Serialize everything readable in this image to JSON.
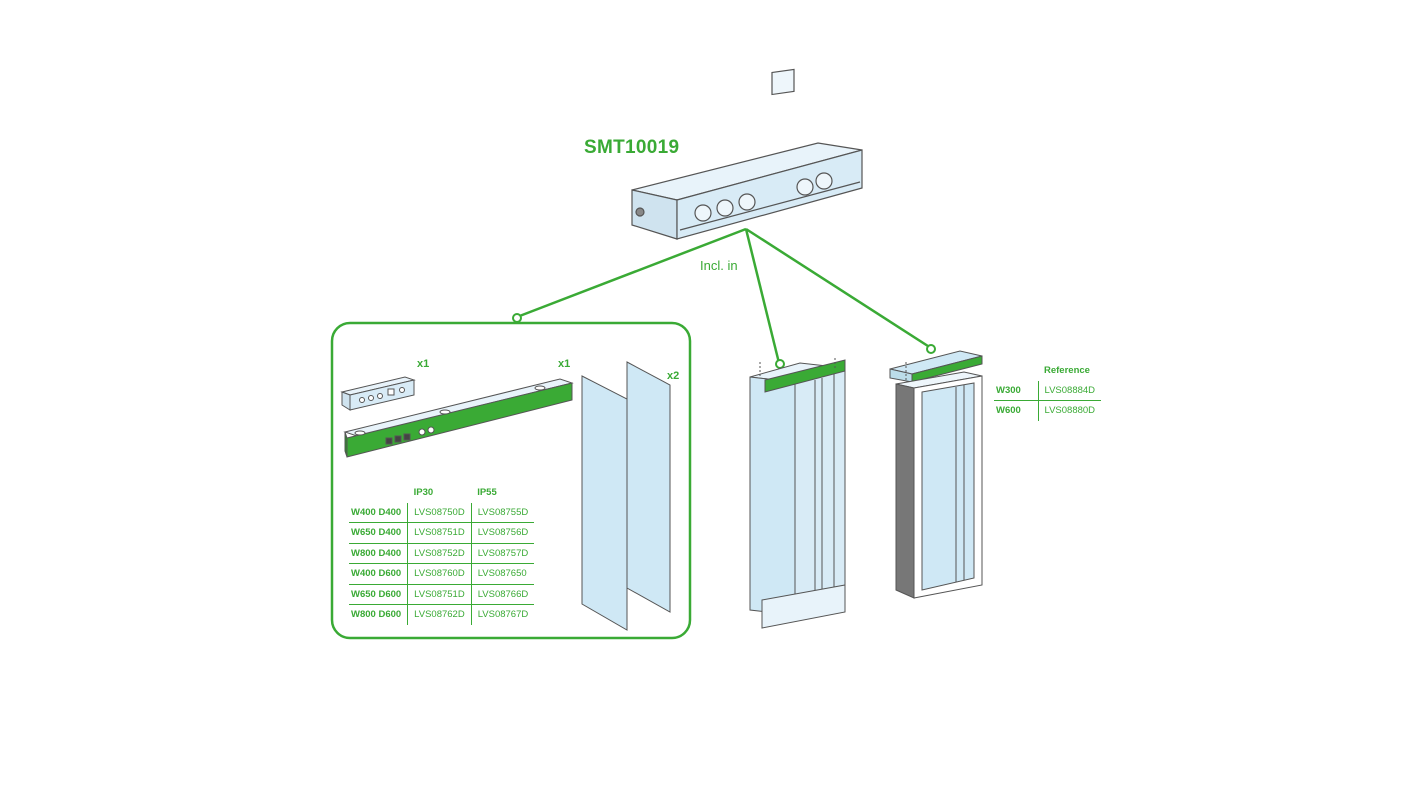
{
  "title": "SMT10019",
  "caption": "Incl. in",
  "kit_quantities": {
    "small_module": "x1",
    "top_bar": "x1",
    "side_panels": "x2"
  },
  "kit_table": {
    "headers": [
      "",
      "IP30",
      "IP55"
    ],
    "rows": [
      {
        "size": "W400 D400",
        "ip30": "LVS08750D",
        "ip55": "LVS08755D"
      },
      {
        "size": "W650 D400",
        "ip30": "LVS08751D",
        "ip55": "LVS08756D"
      },
      {
        "size": "W800 D400",
        "ip30": "LVS08752D",
        "ip55": "LVS08757D"
      },
      {
        "size": "W400 D600",
        "ip30": "LVS08760D",
        "ip55": "LVS087650"
      },
      {
        "size": "W650 D600",
        "ip30": "LVS08751D",
        "ip55": "LVS08766D"
      },
      {
        "size": "W800 D600",
        "ip30": "LVS08762D",
        "ip55": "LVS08767D"
      }
    ]
  },
  "roof_table": {
    "headers": [
      "",
      "Reference"
    ],
    "rows": [
      {
        "size": "W300",
        "ref": "LVS08884D"
      },
      {
        "size": "W600",
        "ref": "LVS08880D"
      }
    ]
  },
  "colors": {
    "accent": "#3aaa35",
    "panel_fill": "#cfe8f5",
    "outline": "#555555",
    "dark": "#2a2a2a"
  }
}
